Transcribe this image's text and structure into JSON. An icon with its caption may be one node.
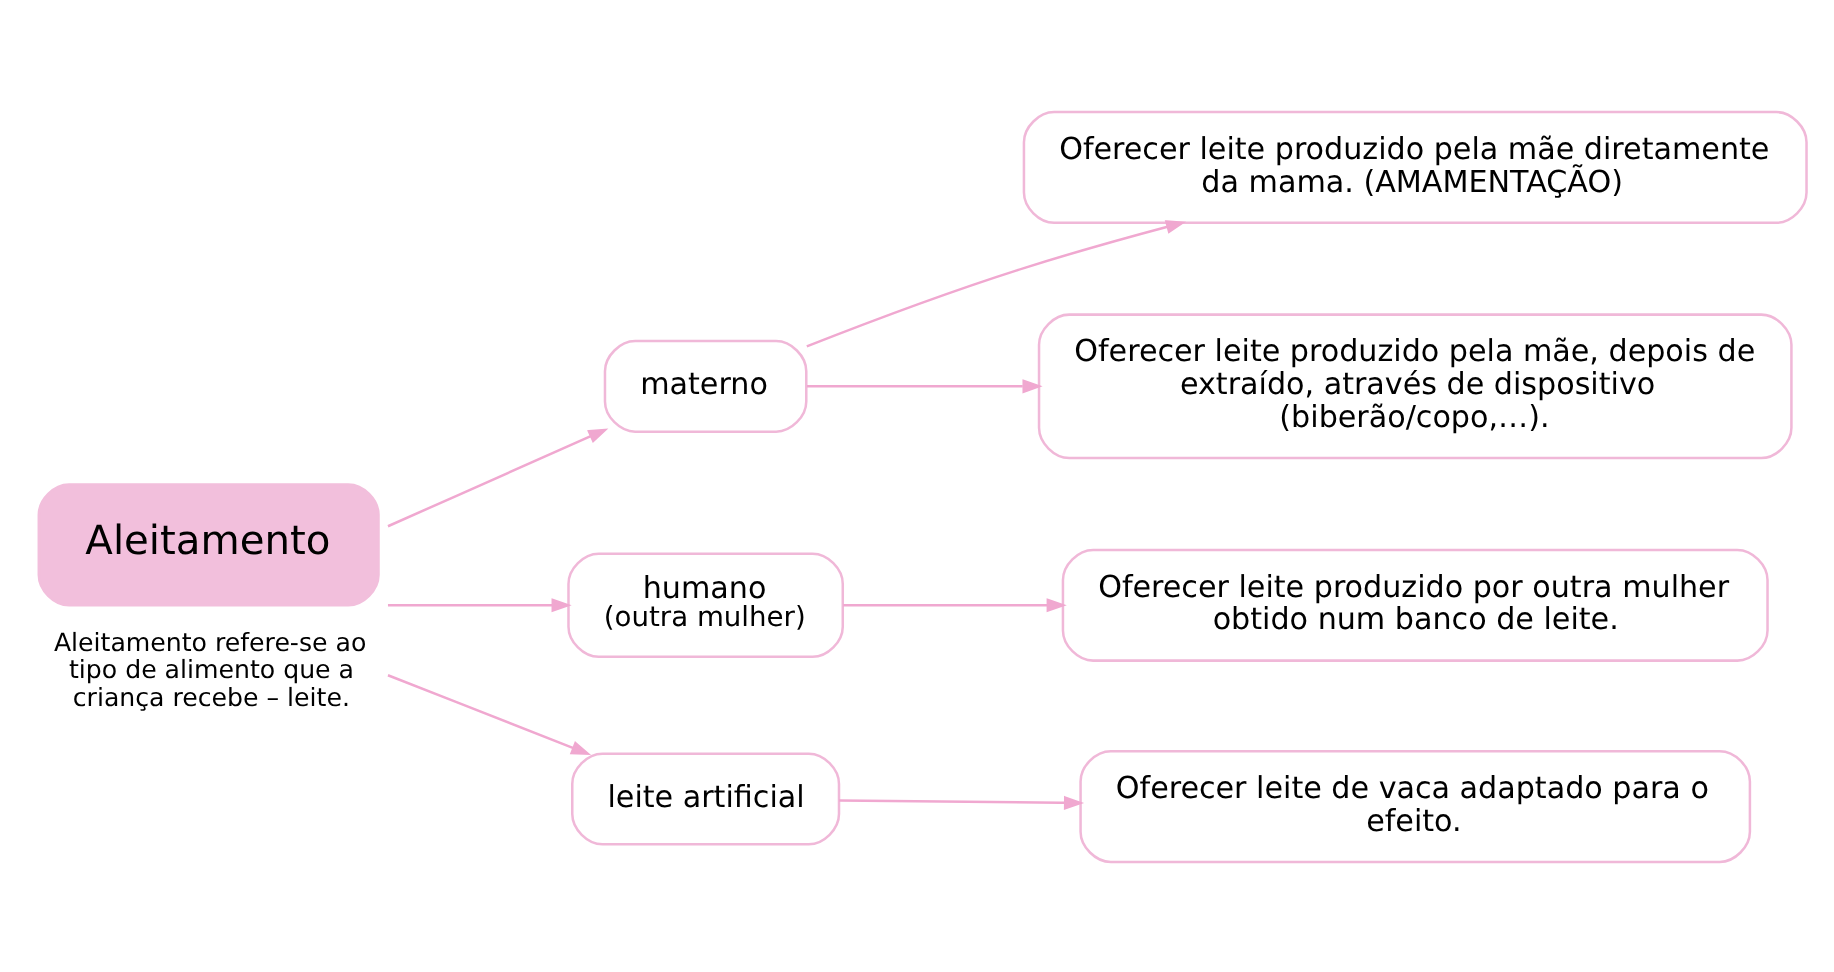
{
  "diagram": {
    "nodes": [
      {
        "text": [
          "Aleitamento"
        ],
        "beside": [
          "Aleitamento refere-se ao tipo de alimento que a criança recebe – leite."
        ]
      },
      {
        "text": [
          "materno"
        ]
      },
      {
        "text": [
          "humano",
          "(outra mulher)"
        ]
      },
      {
        "text": [
          "leite artificial"
        ]
      },
      {
        "text": [
          "Oferecer leite produzido pela mãe diretamente da mama. (AMAMENTAÇÃO)"
        ]
      },
      {
        "text": [
          "Oferecer leite produzido pela mãe, depois de extraído, através de dispositivo (biberão/copo,…)."
        ]
      },
      {
        "text": [
          "Oferecer leite produzido por outra mulher obtido num banco de leite."
        ]
      },
      {
        "text": [
          "Oferecer leite de vaca adaptado para o efeito."
        ]
      }
    ],
    "edges": [
      {
        "from": 0,
        "to": 1,
        "arrow": "to"
      },
      {
        "from": 0,
        "to": 2,
        "arrow": "to"
      },
      {
        "from": 0,
        "to": 3,
        "arrow": "to"
      },
      {
        "from": 1,
        "to": 4,
        "arrow": "to"
      },
      {
        "from": 1,
        "to": 5,
        "arrow": "to"
      },
      {
        "from": 2,
        "to": 6,
        "arrow": "to"
      },
      {
        "from": 3,
        "to": 7,
        "arrow": "to"
      }
    ]
  }
}
